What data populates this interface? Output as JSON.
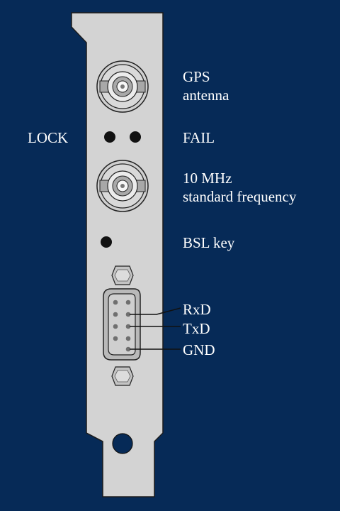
{
  "labels": {
    "gps_line1": "GPS",
    "gps_line2": "antenna",
    "lock": "LOCK",
    "fail": "FAIL",
    "freq_line1": "10 MHz",
    "freq_line2": "standard frequency",
    "bsl": "BSL key",
    "rxd": "RxD",
    "txd": "TxD",
    "gnd": "GND"
  },
  "colors": {
    "background": "#062a57",
    "bracket": "#d3d3d3",
    "text": "#ffffff",
    "led": "#111111"
  }
}
